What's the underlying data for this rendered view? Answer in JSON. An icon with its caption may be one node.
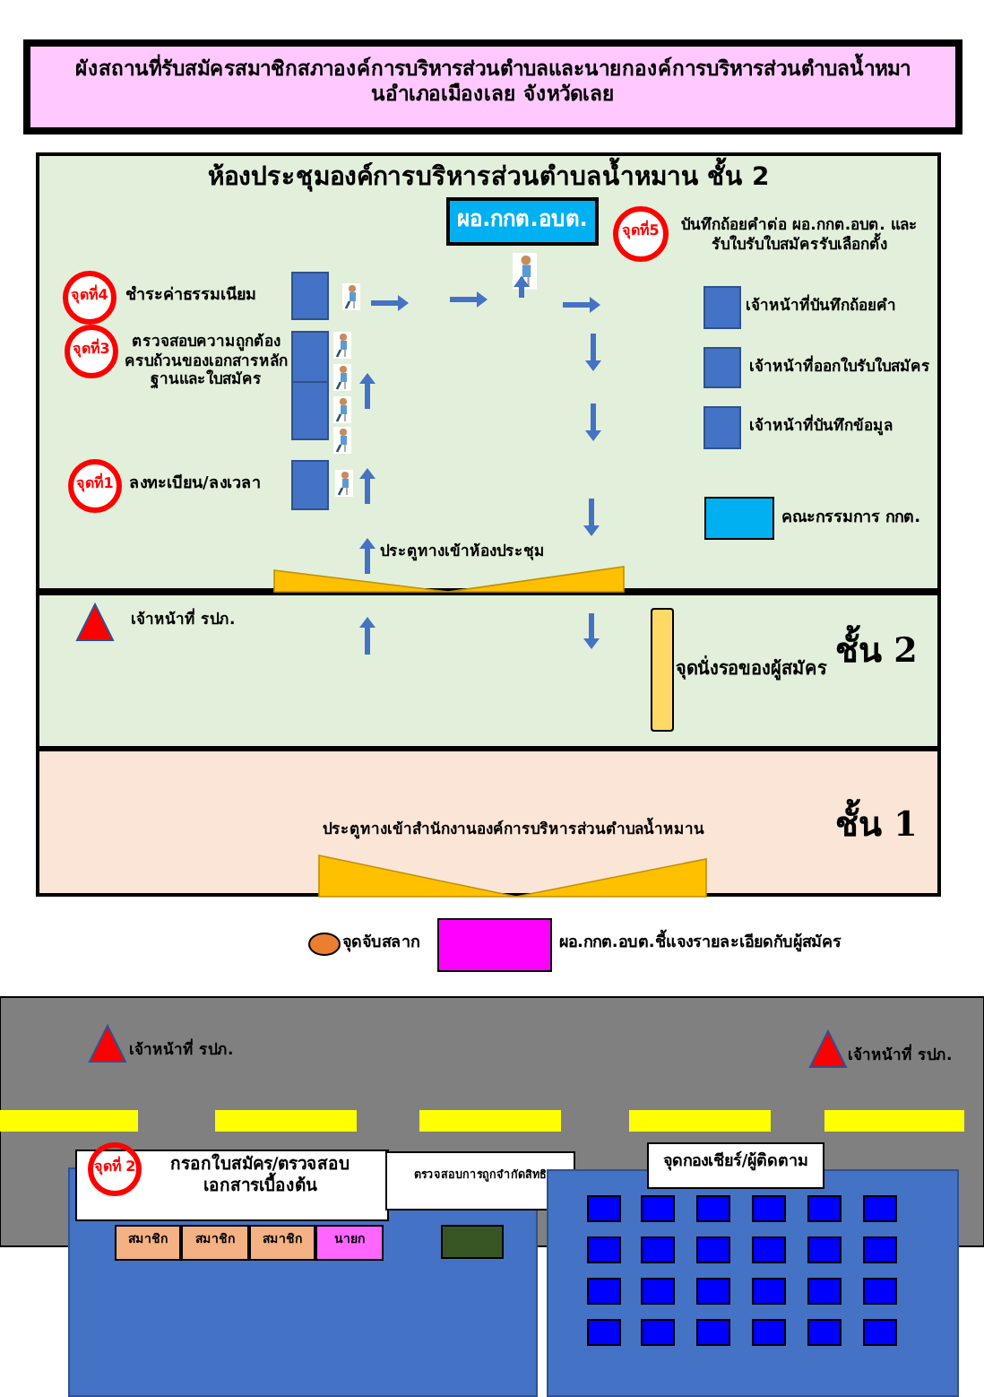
{
  "diagram": {
    "title": "ผังสถานที่รับสมัครสมาชิกสภาองค์การบริหารส่วนตำบลและนายกองค์การบริหารส่วนตำบลน้ำหมานอำเภอเมืองเลย  จังหวัดเลย",
    "nodes": [
      {
        "text": [
          "ห้องประชุมองค์การบริหารส่วนตำบลน้ำหมาน ชั้น 2"
        ]
      },
      {
        "text": [
          "ผอ.กกต.อบต."
        ],
        "in": 0
      },
      {
        "text": [
          "จุดที่5"
        ],
        "in": 0,
        "beside": [
          "บันทึกถ้อยคำต่อ ผอ.กกต.อบต. และรับใบรับใบสมัครรับเลือกตั้ง"
        ]
      },
      {
        "text": [
          "จุดที่4"
        ],
        "in": 0,
        "beside": [
          "ชำระค่าธรรมเนียม"
        ]
      },
      {
        "text": [
          "จุดที่3"
        ],
        "in": 0,
        "beside": [
          "ตรวจสอบความถูกต้องครบถ้วนของเอกสารหลักฐานและใบสมัคร"
        ]
      },
      {
        "text": [
          "จุดที่1"
        ],
        "in": 0,
        "beside": [
          "ลงทะเบียน/ลงเวลา"
        ]
      },
      {
        "text": [
          "ชั้น 2"
        ]
      },
      {
        "text": [],
        "shape": "bar",
        "in": 6,
        "beside": [
          "จุดนั่งรอของผู้สมัคร"
        ]
      },
      {
        "text": [
          "ชั้น 1"
        ]
      },
      {
        "text": [],
        "shape": "box"
      },
      {
        "text": [
          "กรอกใบสมัคร/ตรวจสอบเอกสารเบื้องต้น"
        ]
      },
      {
        "text": [
          "จุดที่ 2"
        ]
      },
      {
        "text": [
          "สมาชิก"
        ],
        "in": 9
      },
      {
        "text": [
          "สมาชิก"
        ],
        "in": 9
      },
      {
        "text": [
          "สมาชิก"
        ],
        "in": 9
      },
      {
        "text": [
          "นายก"
        ],
        "in": 9
      },
      {
        "text": [
          "ตรวจสอบการถูกจำกัดสิทธิ"
        ]
      },
      {
        "text": [],
        "shape": "box",
        "in": 9
      },
      {
        "text": [],
        "shape": "box"
      },
      {
        "text": [
          "จุดกองเชียร์/ผู้ติดตาม"
        ]
      }
    ],
    "labels": [
      "เจ้าหน้าที่บันทึกถ้อยคำ",
      "เจ้าหน้าที่ออกใบรับใบสมัคร",
      "เจ้าหน้าที่บันทึกข้อมูล",
      "ประตูทางเข้าห้องประชุม",
      "เจ้าหน้าที่ รปภ.",
      "ประตูทางเข้าสำนักงานองค์การบริหารส่วนตำบลน้ำหมาน",
      "เจ้าหน้าที่ รปภ.",
      "เจ้าหน้าที่ รปภ."
    ],
    "legend": [
      {
        "text": "คณะกรรมการ กกต.",
        "color": "#00b0f0"
      },
      {
        "text": "จุดจับสลาก",
        "color": "#ed7d31"
      },
      {
        "text": "ผอ.กกต.อบต.ชี้แจงรายละเอียดกับผู้สมัคร",
        "color": "#ff00ff"
      }
    ]
  }
}
